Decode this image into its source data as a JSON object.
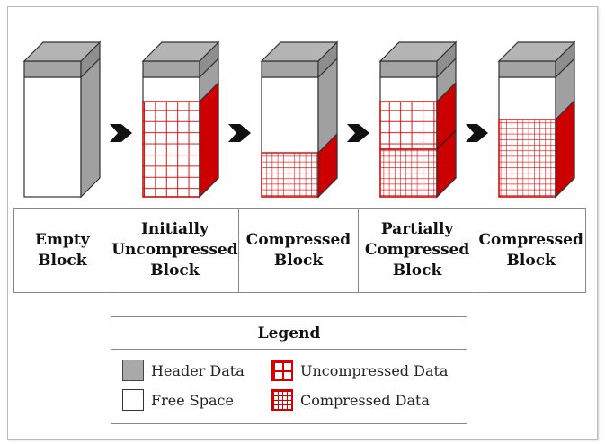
{
  "colors": {
    "header_top": "#b4b4b4",
    "header_front": "#a4a4a4",
    "side": "#a0a0a0",
    "free": "#ffffff",
    "data_red": "#d40000",
    "side_red": "#cc0000",
    "arrow": "#111111",
    "outline": "#333333"
  },
  "blocks": [
    {
      "label": "Empty\nBlock",
      "state": "empty",
      "data_fraction": 0
    },
    {
      "label": "Initially\nUncompressed\nBlock",
      "state": "uncompressed",
      "data_fraction": 0.8
    },
    {
      "label": "Compressed\nBlock",
      "state": "compressed",
      "data_fraction": 0.37
    },
    {
      "label": "Partially\nCompressed\nBlock",
      "state": "partial",
      "data_fraction": 0.8
    },
    {
      "label": "Compressed\nBlock",
      "state": "compressed",
      "data_fraction": 0.65
    }
  ],
  "legend": {
    "title": "Legend",
    "items": [
      {
        "label": "Header Data",
        "swatch": "header"
      },
      {
        "label": "Uncompressed Data",
        "swatch": "uncompressed"
      },
      {
        "label": "Free Space",
        "swatch": "free"
      },
      {
        "label": "Compressed Data",
        "swatch": "compressed"
      }
    ]
  }
}
